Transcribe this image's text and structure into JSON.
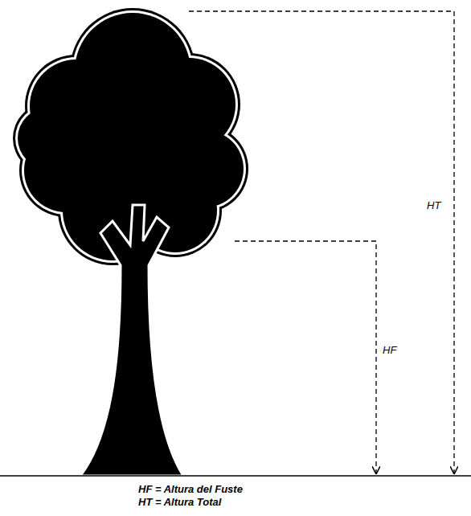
{
  "diagram": {
    "labels": [
      "HT",
      "HF",
      "HF = Altura del Fuste",
      "HT = Altura Total"
    ]
  }
}
